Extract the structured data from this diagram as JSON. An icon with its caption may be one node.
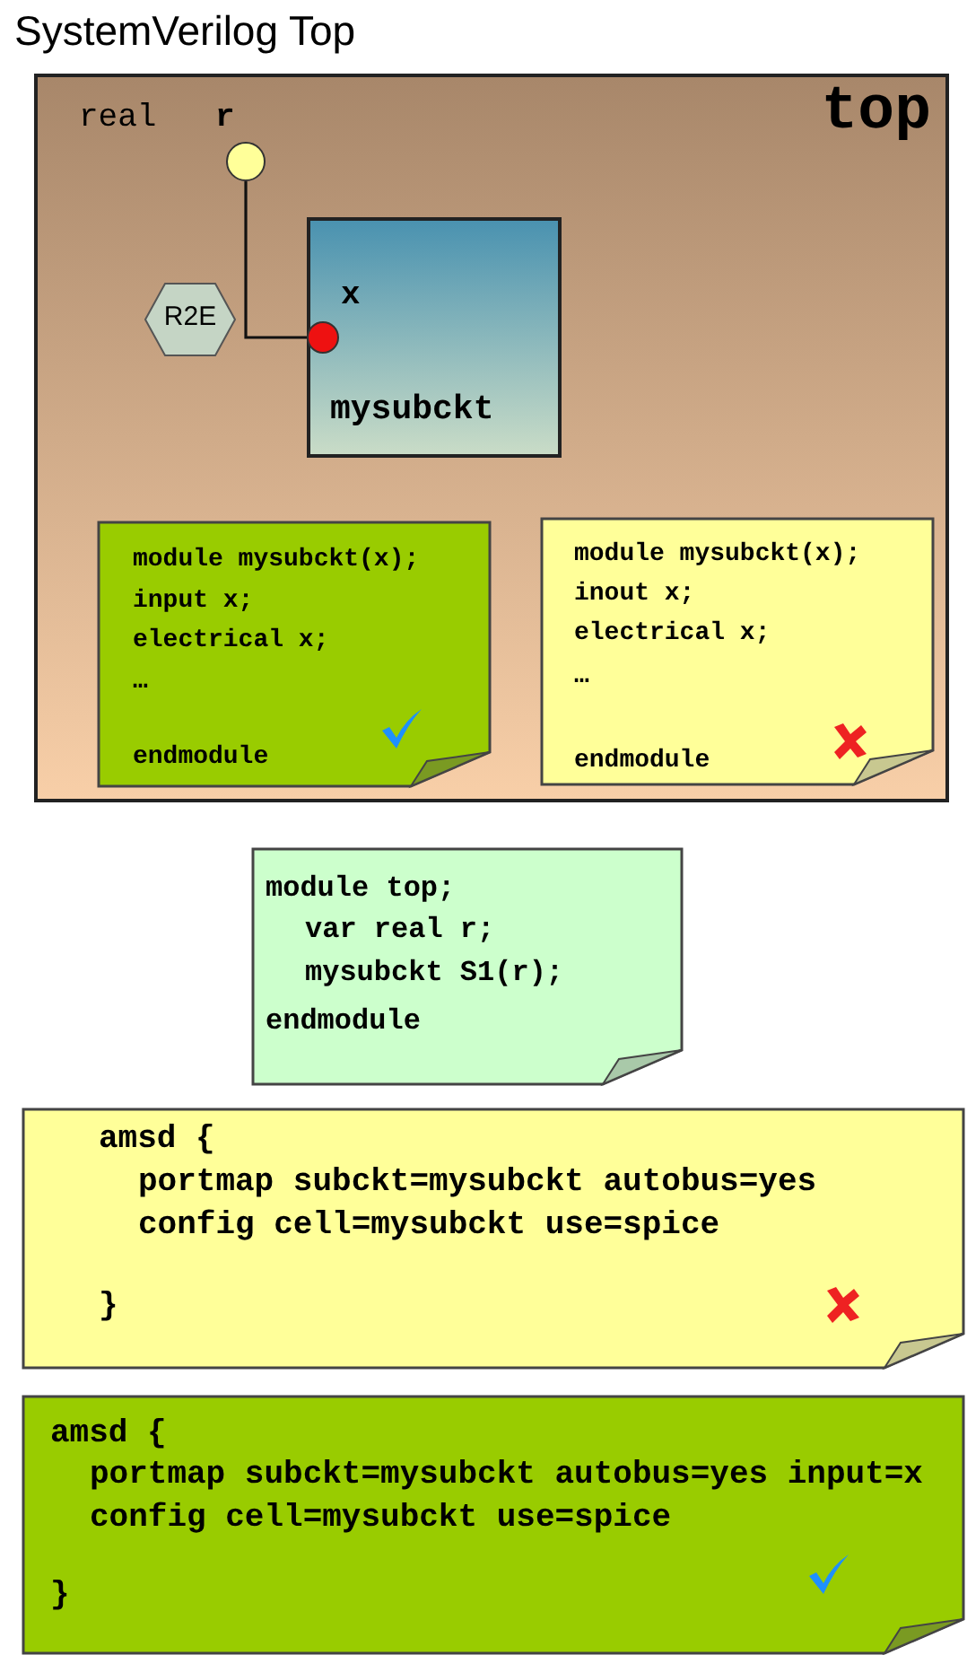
{
  "diagram": {
    "title": "SystemVerilog Top",
    "nodes": [
      {
        "text": [
          "top"
        ]
      },
      {
        "text": [],
        "shape": "circle",
        "in": 0,
        "beside": [
          "r"
        ]
      },
      {
        "text": [
          "mysubckt"
        ],
        "in": 0
      },
      {
        "text": [],
        "shape": "circle",
        "in": 2,
        "beside": [
          "x"
        ]
      },
      {
        "text": [
          "R2E"
        ],
        "in": 0
      },
      {
        "text": [
          "module mysubckt(x);",
          "input x;",
          "electrical x;",
          "…",
          "endmodule"
        ],
        "in": 0
      },
      {
        "text": [
          "module mysubckt(x);",
          "inout x;",
          "electrical x;",
          "…",
          "endmodule"
        ],
        "in": 0
      },
      {
        "text": [
          "module top;",
          "var real r;",
          "mysubckt S1(r);",
          "endmodule"
        ]
      },
      {
        "text": [
          "amsd {",
          "portmap subckt=mysubckt autobus=yes",
          "config cell=mysubckt use=spice",
          "}"
        ]
      },
      {
        "text": [
          "amsd {",
          "portmap subckt=mysubckt autobus=yes input=x",
          "config cell=mysubckt use=spice",
          "}"
        ]
      }
    ],
    "edges": [
      {
        "from": 1,
        "to": 3,
        "arrow": "none"
      }
    ],
    "labels": [
      "real"
    ]
  }
}
